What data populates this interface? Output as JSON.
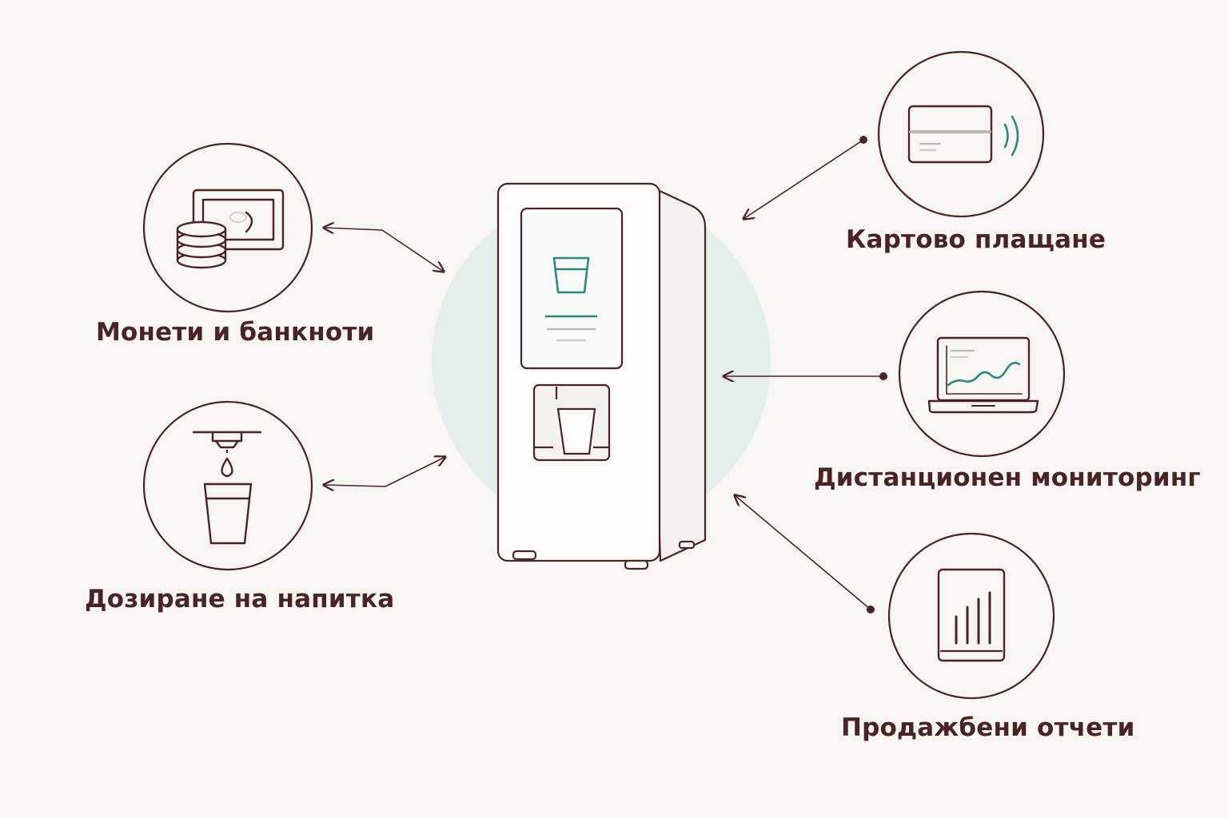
{
  "features": {
    "coins": {
      "label": "Монети и банкноти",
      "icon": "coins-banknote-icon"
    },
    "dispense": {
      "label": "Дозиране на напитка",
      "icon": "cup-dispense-icon"
    },
    "card": {
      "label": "Картово плащане",
      "icon": "contactless-card-icon"
    },
    "monitor": {
      "label": "Дистанционен мониторинг",
      "icon": "laptop-chart-icon"
    },
    "reports": {
      "label": "Продажбени отчети",
      "icon": "bar-report-icon"
    }
  },
  "colors": {
    "line": "#4a2327",
    "accent": "#2a8a7a",
    "halo": "#e4efec",
    "background": "#f8f6f2"
  }
}
